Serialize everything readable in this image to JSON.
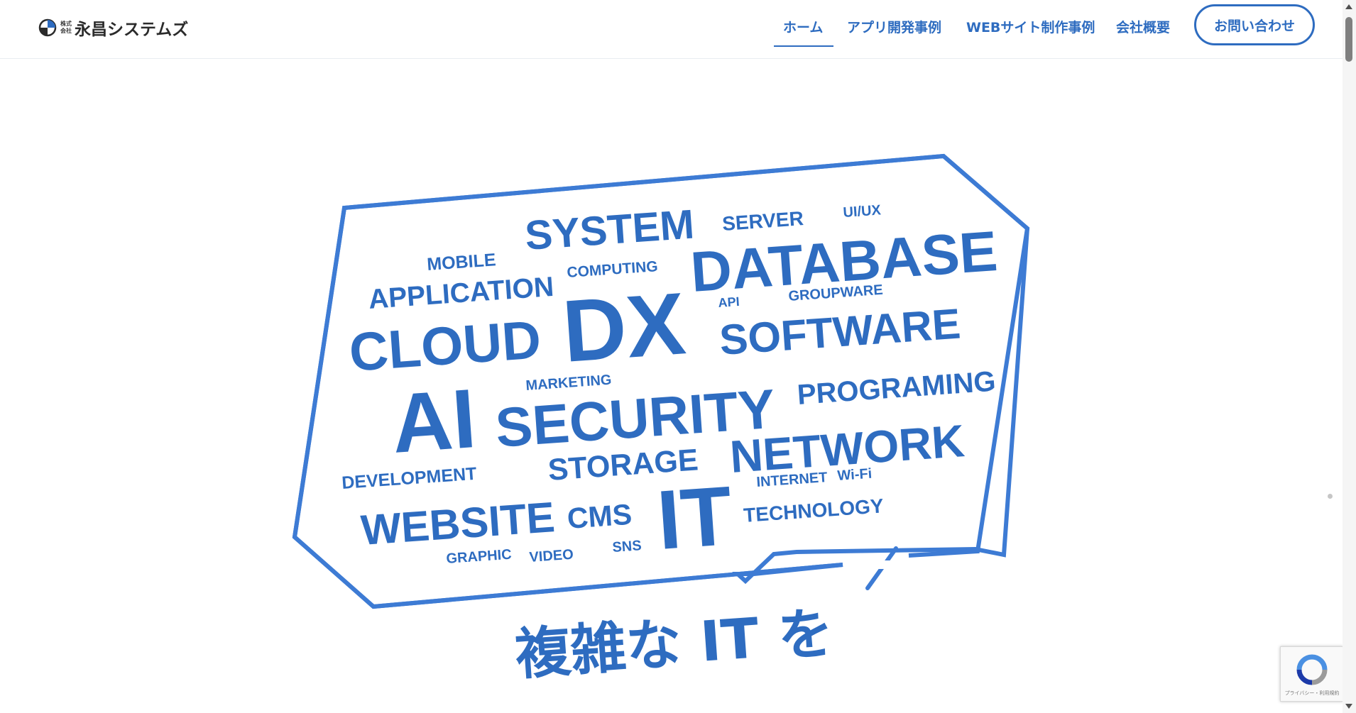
{
  "header": {
    "logo": {
      "small_line1": "株式",
      "small_line2": "会社",
      "name": "永昌システムズ"
    },
    "nav": [
      {
        "label": "ホーム",
        "active": true
      },
      {
        "label": "アプリ開発事例",
        "active": false
      },
      {
        "label": "WEBサイト制作事例",
        "active": false
      },
      {
        "label": "会社概要",
        "active": false
      }
    ],
    "contact_label": "お問い合わせ"
  },
  "hero": {
    "words": {
      "system": "SYSTEM",
      "server": "SERVER",
      "uiux": "UI/UX",
      "mobile": "MOBILE",
      "computing": "COMPUTING",
      "database": "DATABASE",
      "application": "APPLICATION",
      "api": "API",
      "groupware": "GROUPWARE",
      "cloud": "CLOUD",
      "dx": "DX",
      "software": "SOFTWARE",
      "marketing": "MARKETING",
      "ai": "AI",
      "security": "SECURITY",
      "programing": "PROGRAMING",
      "network": "NETWORK",
      "storage": "STORAGE",
      "development": "DEVELOPMENT",
      "internet": "INTERNET",
      "wifi": "Wi-Fi",
      "website": "WEBSITE",
      "cms": "CMS",
      "it": "IT",
      "technology": "TECHNOLOGY",
      "graphic": "GRAPHIC",
      "video": "VIDEO",
      "sns": "SNS"
    },
    "tagline": "複雑な IT を"
  },
  "recaptcha": {
    "text": "プライバシー・利用規約"
  },
  "colors": {
    "accent": "#2e6cc0",
    "border": "#3d7bd4"
  }
}
